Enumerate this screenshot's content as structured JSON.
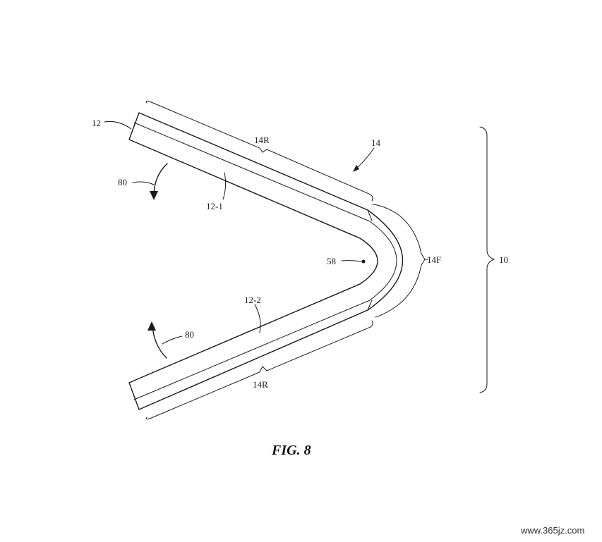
{
  "labels": {
    "ref_12": "12",
    "ref_14R_top": "14R",
    "ref_14": "14",
    "ref_80_top": "80",
    "ref_12_1": "12-1",
    "ref_58": "58",
    "ref_14F": "14F",
    "ref_10": "10",
    "ref_12_2": "12-2",
    "ref_80_bottom": "80",
    "ref_14R_bottom": "14R"
  },
  "caption": "FIG. 8",
  "watermark": "www.365jz.com"
}
